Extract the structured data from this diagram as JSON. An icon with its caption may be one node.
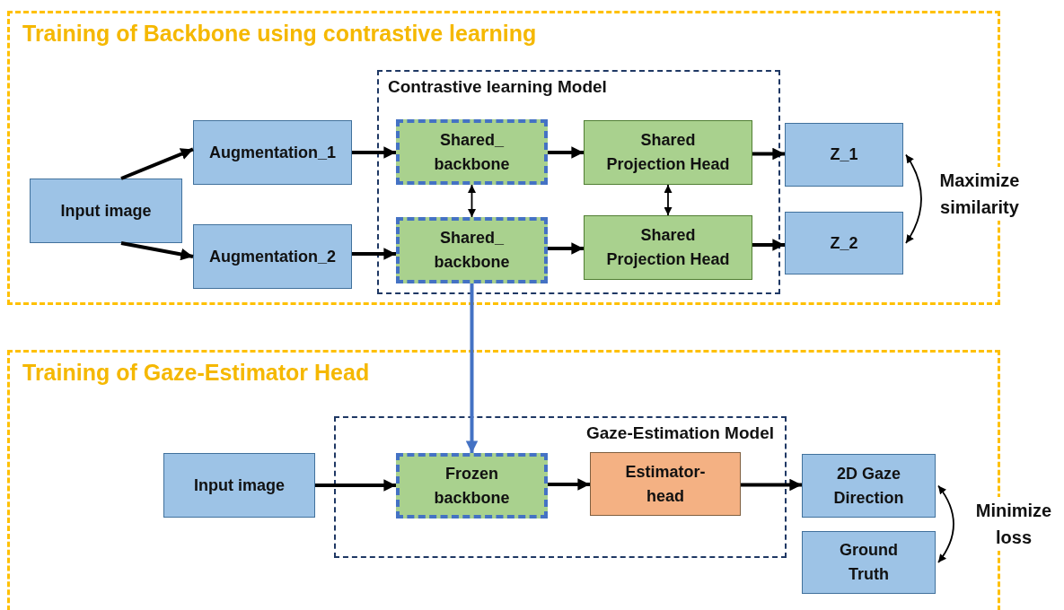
{
  "diagram": {
    "nodes": [
      {
        "text": [
          "Training of Backbone using contrastive learning"
        ]
      },
      {
        "text": [
          "Input image"
        ],
        "in": 0
      },
      {
        "text": [
          "Augmentation_1"
        ],
        "in": 0
      },
      {
        "text": [
          "Augmentation_2"
        ],
        "in": 0
      },
      {
        "text": [
          "Contrastive learning Model"
        ],
        "in": 0
      },
      {
        "text": [
          "Shared_ backbone"
        ],
        "in": 4
      },
      {
        "text": [
          "Shared Projection Head"
        ],
        "in": 4
      },
      {
        "text": [
          "Shared_ backbone"
        ],
        "in": 4
      },
      {
        "text": [
          "Shared Projection Head"
        ],
        "in": 4
      },
      {
        "text": [
          "Z_1"
        ],
        "in": 0
      },
      {
        "text": [
          "Z_2"
        ],
        "in": 0
      },
      {
        "text": [
          "Training of Gaze-Estimator Head"
        ]
      },
      {
        "text": [
          "Input image"
        ],
        "in": 11
      },
      {
        "text": [
          "Gaze-Estimation Model"
        ],
        "in": 11
      },
      {
        "text": [
          "Frozen backbone"
        ],
        "in": 13
      },
      {
        "text": [
          "Estimator-head"
        ],
        "in": 13
      },
      {
        "text": [
          "2D Gaze Direction"
        ],
        "in": 11
      },
      {
        "text": [
          "Ground Truth"
        ],
        "in": 11
      }
    ],
    "edges": [
      {
        "from": 1,
        "to": 2,
        "arrow": "to"
      },
      {
        "from": 1,
        "to": 3,
        "arrow": "to"
      },
      {
        "from": 2,
        "to": 5,
        "arrow": "to"
      },
      {
        "from": 3,
        "to": 7,
        "arrow": "to"
      },
      {
        "from": 5,
        "to": 6,
        "arrow": "to"
      },
      {
        "from": 7,
        "to": 8,
        "arrow": "to"
      },
      {
        "from": 5,
        "to": 7,
        "arrow": "both"
      },
      {
        "from": 6,
        "to": 8,
        "arrow": "both"
      },
      {
        "from": 6,
        "to": 9,
        "arrow": "to"
      },
      {
        "from": 8,
        "to": 10,
        "arrow": "to"
      },
      {
        "from": 9,
        "to": 10,
        "arrow": "both",
        "label": "Maximize similarity"
      },
      {
        "from": 7,
        "to": 14,
        "arrow": "to",
        "color": "#4472c4"
      },
      {
        "from": 12,
        "to": 14,
        "arrow": "to"
      },
      {
        "from": 14,
        "to": 15,
        "arrow": "to"
      },
      {
        "from": 15,
        "to": 16,
        "arrow": "to"
      },
      {
        "from": 16,
        "to": 17,
        "arrow": "both",
        "label": "Minimize loss"
      }
    ]
  }
}
